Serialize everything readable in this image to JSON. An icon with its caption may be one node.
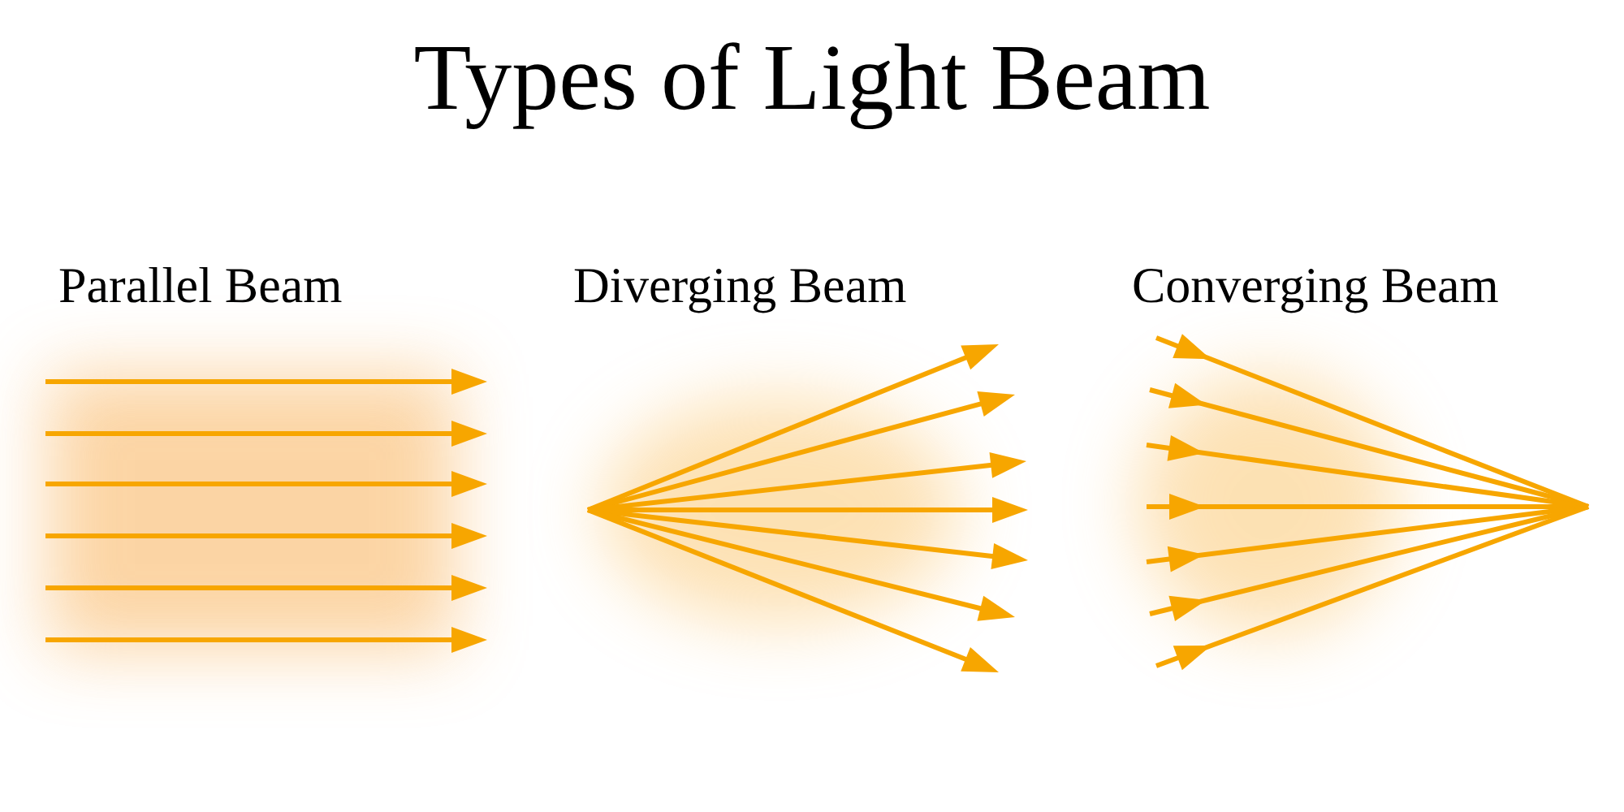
{
  "diagram": {
    "title": "Types of Light Beam",
    "labels": [
      "Parallel Beam",
      "Diverging Beam",
      "Converging Beam"
    ]
  }
}
